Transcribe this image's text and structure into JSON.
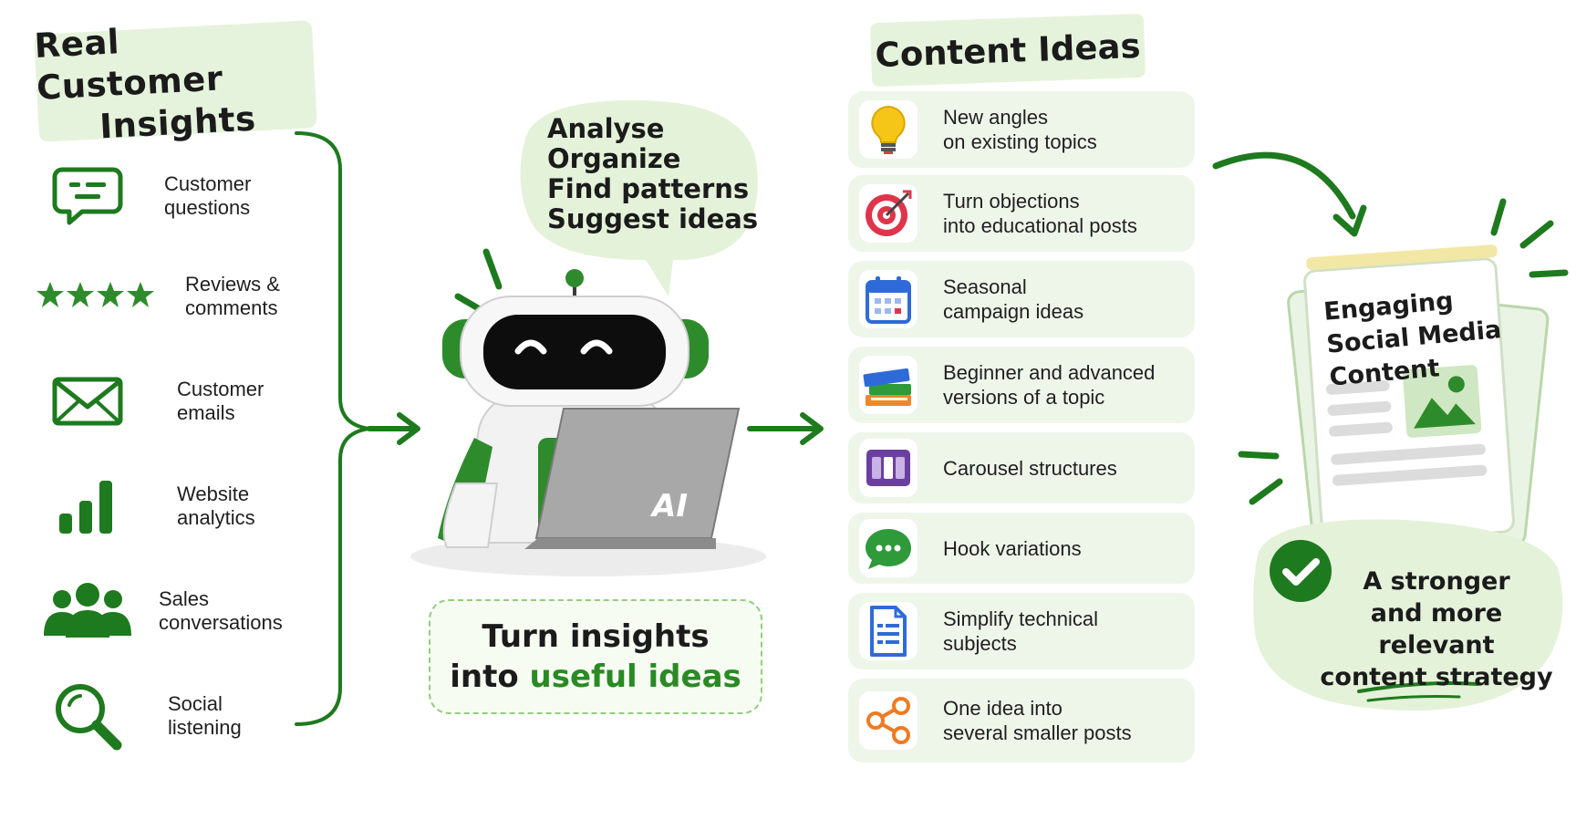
{
  "left": {
    "title_line1": "Real Customer",
    "title_line2": "Insights",
    "items": [
      {
        "icon": "chat-bubble-icon",
        "line1": "Customer",
        "line2": "questions"
      },
      {
        "icon": "stars-icon",
        "line1": "Reviews &",
        "line2": "comments"
      },
      {
        "icon": "envelope-icon",
        "line1": "Customer",
        "line2": "emails"
      },
      {
        "icon": "bar-chart-icon",
        "line1": "Website",
        "line2": "analytics"
      },
      {
        "icon": "people-icon",
        "line1": "Sales",
        "line2": "conversations"
      },
      {
        "icon": "magnifier-icon",
        "line1": "Social",
        "line2": "listening"
      }
    ]
  },
  "center": {
    "bubble": [
      "Analyse",
      "Organize",
      "Find patterns",
      "Suggest ideas"
    ],
    "laptop_label": "AI",
    "box_line1": "Turn insights",
    "box_line2_prefix": "into ",
    "box_line2_highlight": "useful ideas"
  },
  "ideas": {
    "title": "Content Ideas",
    "items": [
      {
        "icon": "lightbulb-icon",
        "line1": "New angles",
        "line2": "on existing topics"
      },
      {
        "icon": "target-icon",
        "line1": "Turn objections",
        "line2": "into educational posts"
      },
      {
        "icon": "calendar-icon",
        "line1": "Seasonal",
        "line2": "campaign ideas"
      },
      {
        "icon": "books-icon",
        "line1": "Beginner and advanced",
        "line2": "versions of a topic"
      },
      {
        "icon": "carousel-icon",
        "line1": "Carousel structures",
        "line2": ""
      },
      {
        "icon": "speech-bubble-icon",
        "line1": "Hook variations",
        "line2": ""
      },
      {
        "icon": "document-icon",
        "line1": "Simplify technical",
        "line2": "subjects"
      },
      {
        "icon": "share-icon",
        "line1": "One idea into",
        "line2": "several smaller posts"
      }
    ]
  },
  "right": {
    "paper": [
      "Engaging",
      "Social Media",
      "Content"
    ],
    "result": [
      "A stronger",
      "and more relevant",
      "content strategy"
    ]
  },
  "colors": {
    "green_dark": "#1e7a1e",
    "green_mid": "#2e8b2b",
    "green_light": "#e6f3dc",
    "card_bg": "#eef6ea"
  }
}
